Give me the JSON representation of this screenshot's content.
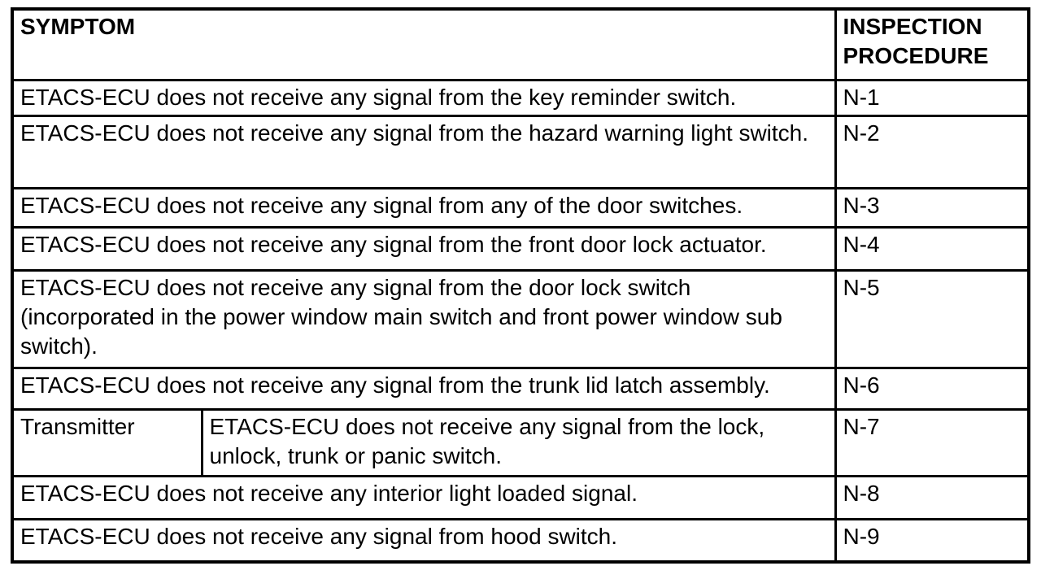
{
  "table": {
    "headers": {
      "symptom": "SYMPTOM",
      "procedure": "INSPECTION PROCEDURE"
    },
    "rows": [
      {
        "symptom": "ETACS-ECU does not receive any signal from the key reminder switch.",
        "procedure": "N-1"
      },
      {
        "symptom": "ETACS-ECU does not receive any signal from the hazard warning light switch.",
        "procedure": "N-2"
      },
      {
        "symptom": "ETACS-ECU does not receive any signal from any of the door switches.",
        "procedure": "N-3"
      },
      {
        "symptom": "ETACS-ECU does not receive any signal from the front door lock actuator.",
        "procedure": "N-4"
      },
      {
        "symptom": "ETACS-ECU does not receive any signal from the door lock switch (incorporated in the power window main switch and front power window sub switch).",
        "procedure": "N-5"
      },
      {
        "symptom": "ETACS-ECU does not receive any signal from the trunk lid latch assembly.",
        "procedure": "N-6"
      },
      {
        "group": "Transmitter",
        "symptom": "ETACS-ECU does not receive any signal from the lock, unlock, trunk or panic switch.",
        "procedure": "N-7"
      },
      {
        "symptom": "ETACS-ECU does not receive any interior light loaded signal.",
        "procedure": "N-8"
      },
      {
        "symptom": "ETACS-ECU does not receive any signal from hood switch.",
        "procedure": "N-9"
      }
    ],
    "colors": {
      "border": "#000000",
      "text": "#000000",
      "background": "#ffffff"
    }
  }
}
